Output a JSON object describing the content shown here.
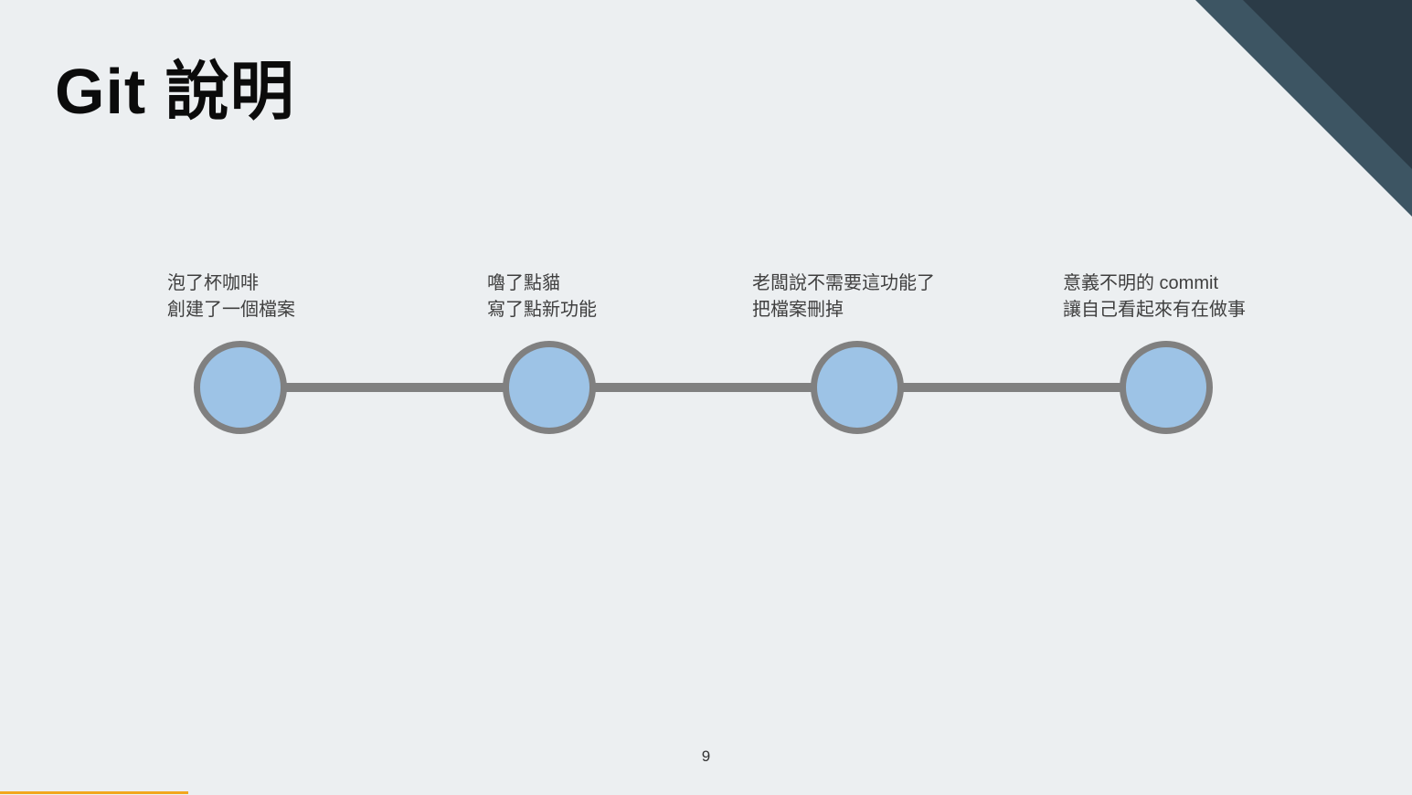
{
  "slide": {
    "title": "Git 說明",
    "page_number": "9"
  },
  "timeline": {
    "items": [
      {
        "line1": "泡了杯咖啡",
        "line2": "創建了一個檔案"
      },
      {
        "line1": "嚕了點貓",
        "line2": "寫了點新功能"
      },
      {
        "line1": "老闆說不需要這功能了",
        "line2": "把檔案刪掉"
      },
      {
        "line1": "意義不明的 commit",
        "line2": "讓自己看起來有在做事"
      }
    ]
  },
  "colors": {
    "background": "#ECEFF1",
    "circle_fill": "#9DC3E6",
    "circle_border": "#808080",
    "connector": "#808080",
    "corner_triangle_light": "#3D5563",
    "corner_triangle_dark": "#2B3B47",
    "accent_bar": "#F2A71E",
    "title_color": "#0B0B0B",
    "label_color": "#3F3F3F"
  }
}
